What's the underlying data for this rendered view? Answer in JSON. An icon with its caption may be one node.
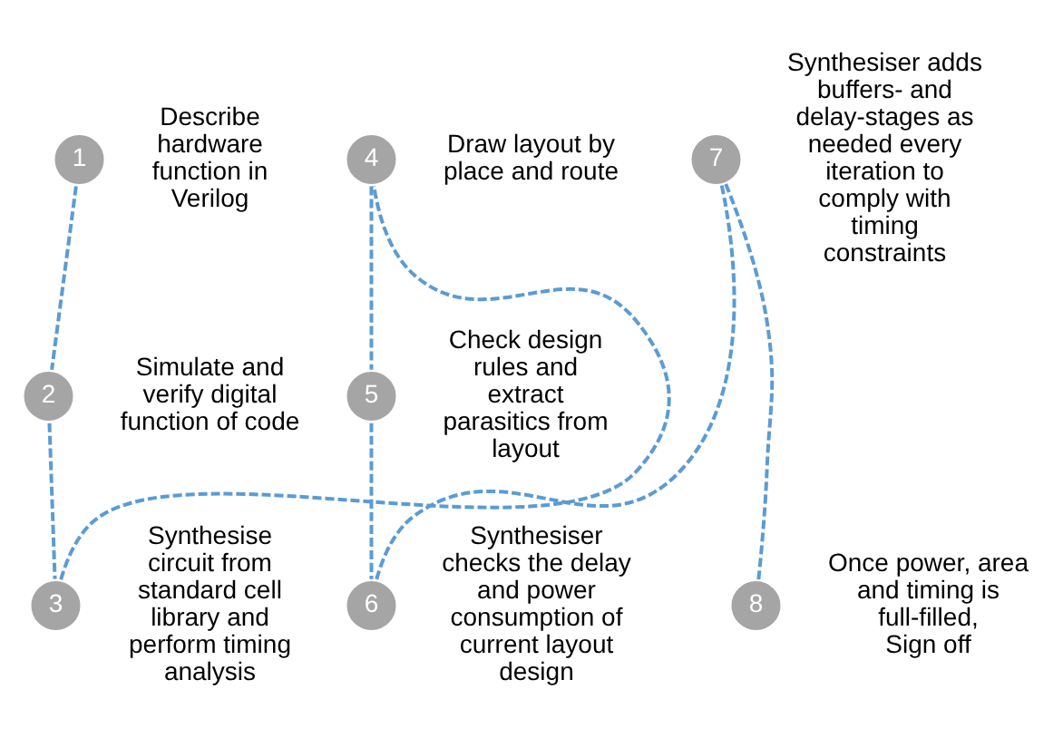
{
  "diagram": {
    "nodes": [
      {
        "text": [
          "1"
        ],
        "beside": [
          "Describe hardware function in Verilog"
        ]
      },
      {
        "text": [
          "2"
        ],
        "beside": [
          "Simulate and verify digital function of code"
        ]
      },
      {
        "text": [
          "3"
        ],
        "beside": [
          "Synthesise circuit from standard cell library and perform timing analysis"
        ]
      },
      {
        "text": [
          "4"
        ],
        "beside": [
          "Draw layout by place and route"
        ]
      },
      {
        "text": [
          "5"
        ],
        "beside": [
          "Check design rules and extract parasitics from layout"
        ]
      },
      {
        "text": [
          "6"
        ],
        "beside": [
          "Synthesiser checks the delay and power consumption of current layout design"
        ]
      },
      {
        "text": [
          "7"
        ],
        "beside": [
          "Synthesiser adds buffers- and delay-stages as needed every iteration to comply with timing constraints"
        ]
      },
      {
        "text": [
          "8"
        ],
        "beside": [
          "Once power, area and timing is full-filled, Sign off"
        ]
      }
    ],
    "edges": [
      {
        "from": 0,
        "to": 1,
        "arrow": "none",
        "style": "dashed"
      },
      {
        "from": 1,
        "to": 2,
        "arrow": "none",
        "style": "dashed"
      },
      {
        "from": 2,
        "to": 3,
        "arrow": "none",
        "style": "dashed"
      },
      {
        "from": 3,
        "to": 4,
        "arrow": "none",
        "style": "dashed"
      },
      {
        "from": 4,
        "to": 5,
        "arrow": "none",
        "style": "dashed"
      },
      {
        "from": 5,
        "to": 6,
        "arrow": "none",
        "style": "dashed"
      },
      {
        "from": 6,
        "to": 7,
        "arrow": "none",
        "style": "dashed"
      }
    ]
  }
}
